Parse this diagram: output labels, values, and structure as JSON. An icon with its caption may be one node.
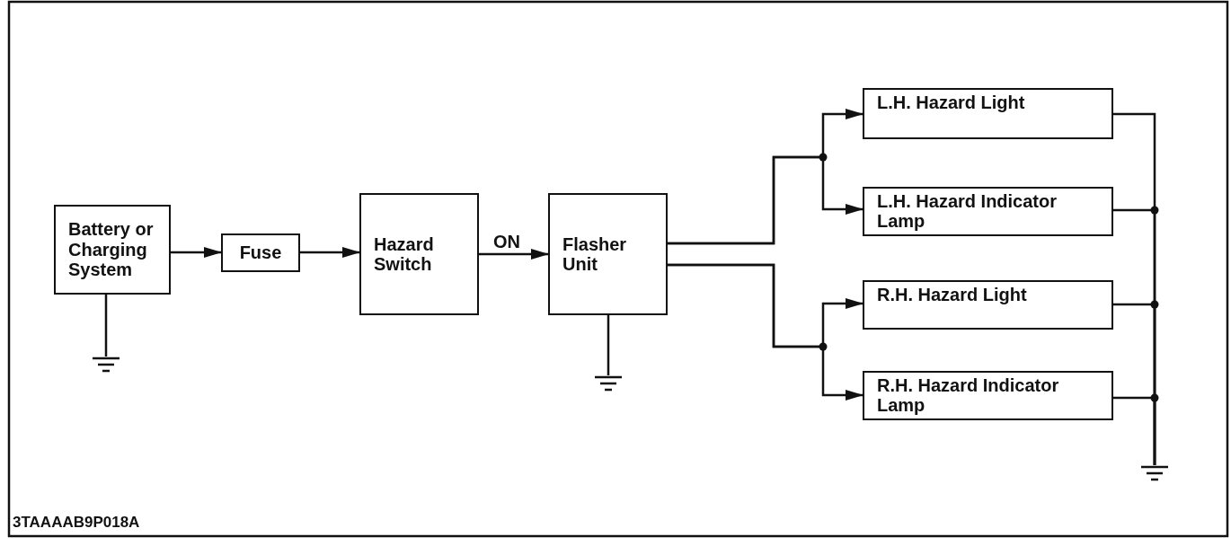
{
  "diagram": {
    "nodes": [
      {
        "text": [
          "Battery or Charging System"
        ]
      },
      {
        "text": [
          "Fuse"
        ]
      },
      {
        "text": [
          "Hazard Switch"
        ]
      },
      {
        "text": [
          "Flasher Unit"
        ]
      },
      {
        "text": [
          "L.H. Hazard Light"
        ]
      },
      {
        "text": [
          "L.H. Hazard Indicator Lamp"
        ]
      },
      {
        "text": [
          "R.H. Hazard Light"
        ]
      },
      {
        "text": [
          "R.H. Hazard Indicator Lamp"
        ]
      },
      {
        "text": [],
        "shape": "ground"
      },
      {
        "text": [],
        "shape": "ground"
      },
      {
        "text": [],
        "shape": "ground"
      }
    ],
    "edges": [
      {
        "from": 0,
        "to": 1,
        "arrow": "to"
      },
      {
        "from": 1,
        "to": 2,
        "arrow": "to"
      },
      {
        "from": 2,
        "to": 3,
        "arrow": "to",
        "label": "ON"
      },
      {
        "from": 3,
        "to": 4,
        "arrow": "to"
      },
      {
        "from": 3,
        "to": 5,
        "arrow": "to"
      },
      {
        "from": 3,
        "to": 6,
        "arrow": "to"
      },
      {
        "from": 3,
        "to": 7,
        "arrow": "to"
      },
      {
        "from": 0,
        "to": 8,
        "arrow": "none"
      },
      {
        "from": 3,
        "to": 9,
        "arrow": "none"
      },
      {
        "from": 4,
        "to": 10,
        "arrow": "none"
      },
      {
        "from": 5,
        "to": 10,
        "arrow": "none"
      },
      {
        "from": 6,
        "to": 10,
        "arrow": "none"
      },
      {
        "from": 7,
        "to": 10,
        "arrow": "none"
      }
    ],
    "labels": [
      "3TAAAAB9P018A"
    ]
  }
}
